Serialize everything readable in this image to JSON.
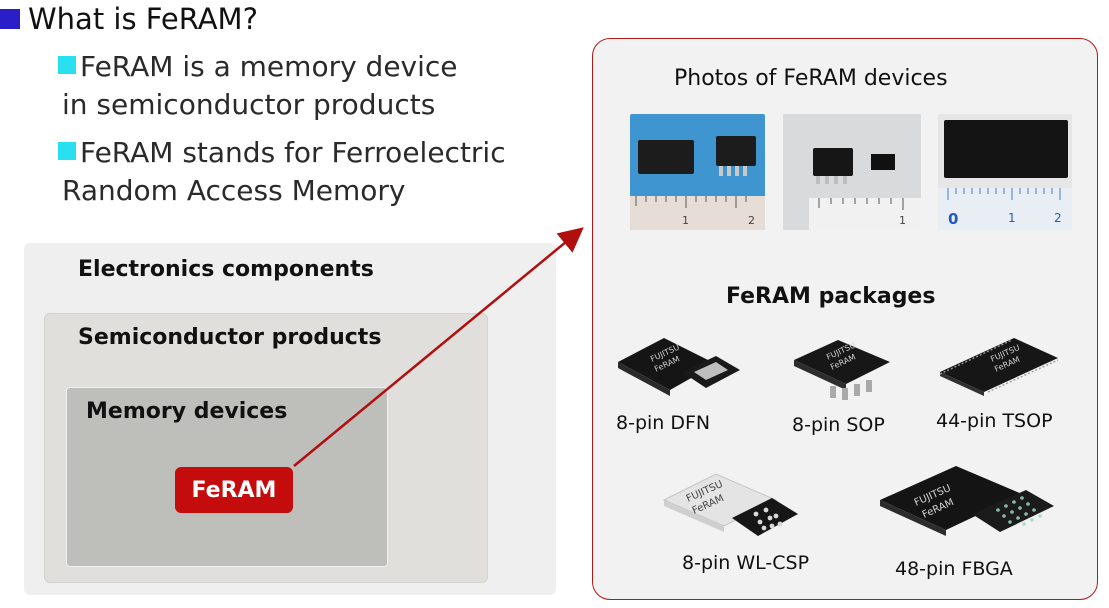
{
  "heading": "What is FeRAM?",
  "bullets": [
    {
      "line1": "FeRAM is a memory device",
      "line2": "in semiconductor products"
    },
    {
      "line1": "FeRAM stands for Ferroelectric",
      "line2": "Random Access Memory"
    }
  ],
  "diagram": {
    "outer_label": "Electronics components",
    "mid_label": "Semiconductor products",
    "inner_label": "Memory devices",
    "badge": "FeRAM"
  },
  "panel": {
    "photos_title": "Photos of FeRAM devices",
    "packages_title": "FeRAM packages",
    "ruler_marks": [
      "1",
      "2",
      "1",
      "0",
      "1",
      "2"
    ],
    "packages": [
      "8-pin DFN",
      "8-pin SOP",
      "44-pin TSOP",
      "8-pin WL-CSP",
      "48-pin FBGA"
    ],
    "chip_brand": "FUJITSU",
    "chip_model": "FeRAM"
  },
  "colors": {
    "accent_red": "#c40c0c",
    "bullet_blue": "#2a1ec8",
    "bullet_cyan": "#29e0f0"
  }
}
